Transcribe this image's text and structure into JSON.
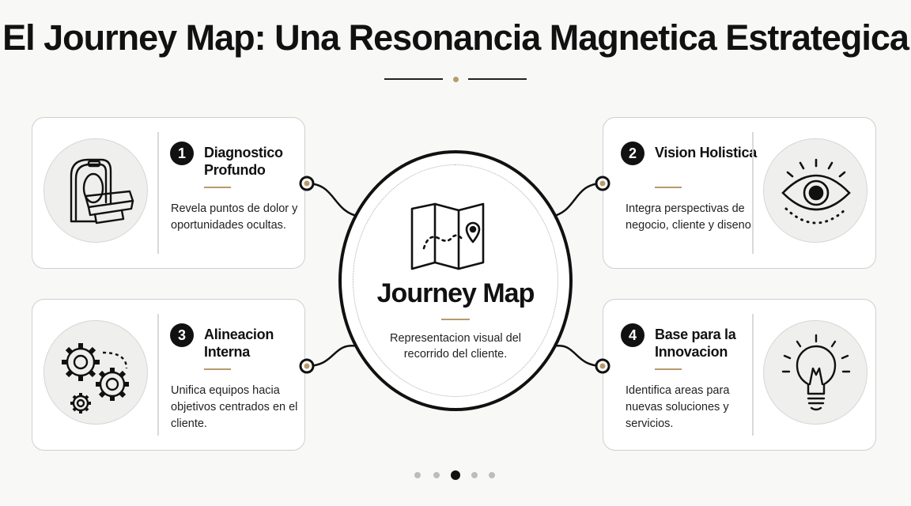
{
  "title": "El Journey Map: Una Resonancia Magnetica Estrategica",
  "accent_color": "#b89b6c",
  "center": {
    "icon": "folded-map-with-pin-icon",
    "title": "Journey Map",
    "description": "Representacion visual del recorrido del cliente."
  },
  "cards": [
    {
      "number": "1",
      "title": "Diagnostico Profundo",
      "description": "Revela puntos de dolor y oportunidades ocultas.",
      "icon": "mri-scanner-icon"
    },
    {
      "number": "2",
      "title": "Vision Holistica",
      "description": "Integra perspectivas de negocio, cliente y diseno.",
      "icon": "eye-icon"
    },
    {
      "number": "3",
      "title": "Alineacion Interna",
      "description": "Unifica equipos hacia objetivos centrados en el cliente.",
      "icon": "gears-icon"
    },
    {
      "number": "4",
      "title": "Base para la Innovacion",
      "description": "Identifica areas para nuevas soluciones y servicios.",
      "icon": "lightbulb-icon"
    }
  ],
  "pagination": {
    "count": 5,
    "active": 3
  }
}
